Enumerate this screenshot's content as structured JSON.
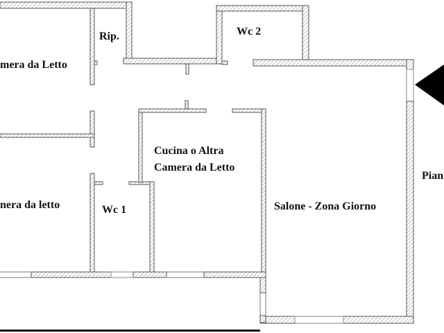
{
  "plan": {
    "rooms": {
      "bedroom_top": "mera da Letto",
      "storage": "Rip.",
      "wc2": "Wc 2",
      "kitchen_line1": "Cucina o Altra",
      "kitchen_line2": "Camera da Letto",
      "bedroom_bottom": "nera da letto",
      "wc1": "Wc 1",
      "living": "Salone - Zona Giorno",
      "side_label": "Pian"
    },
    "colors": {
      "wall_hatch": "#888888",
      "arrow": "#000000",
      "background": "#ffffff"
    },
    "icons": {
      "entrance_arrow": "triangle-arrow-left"
    }
  }
}
